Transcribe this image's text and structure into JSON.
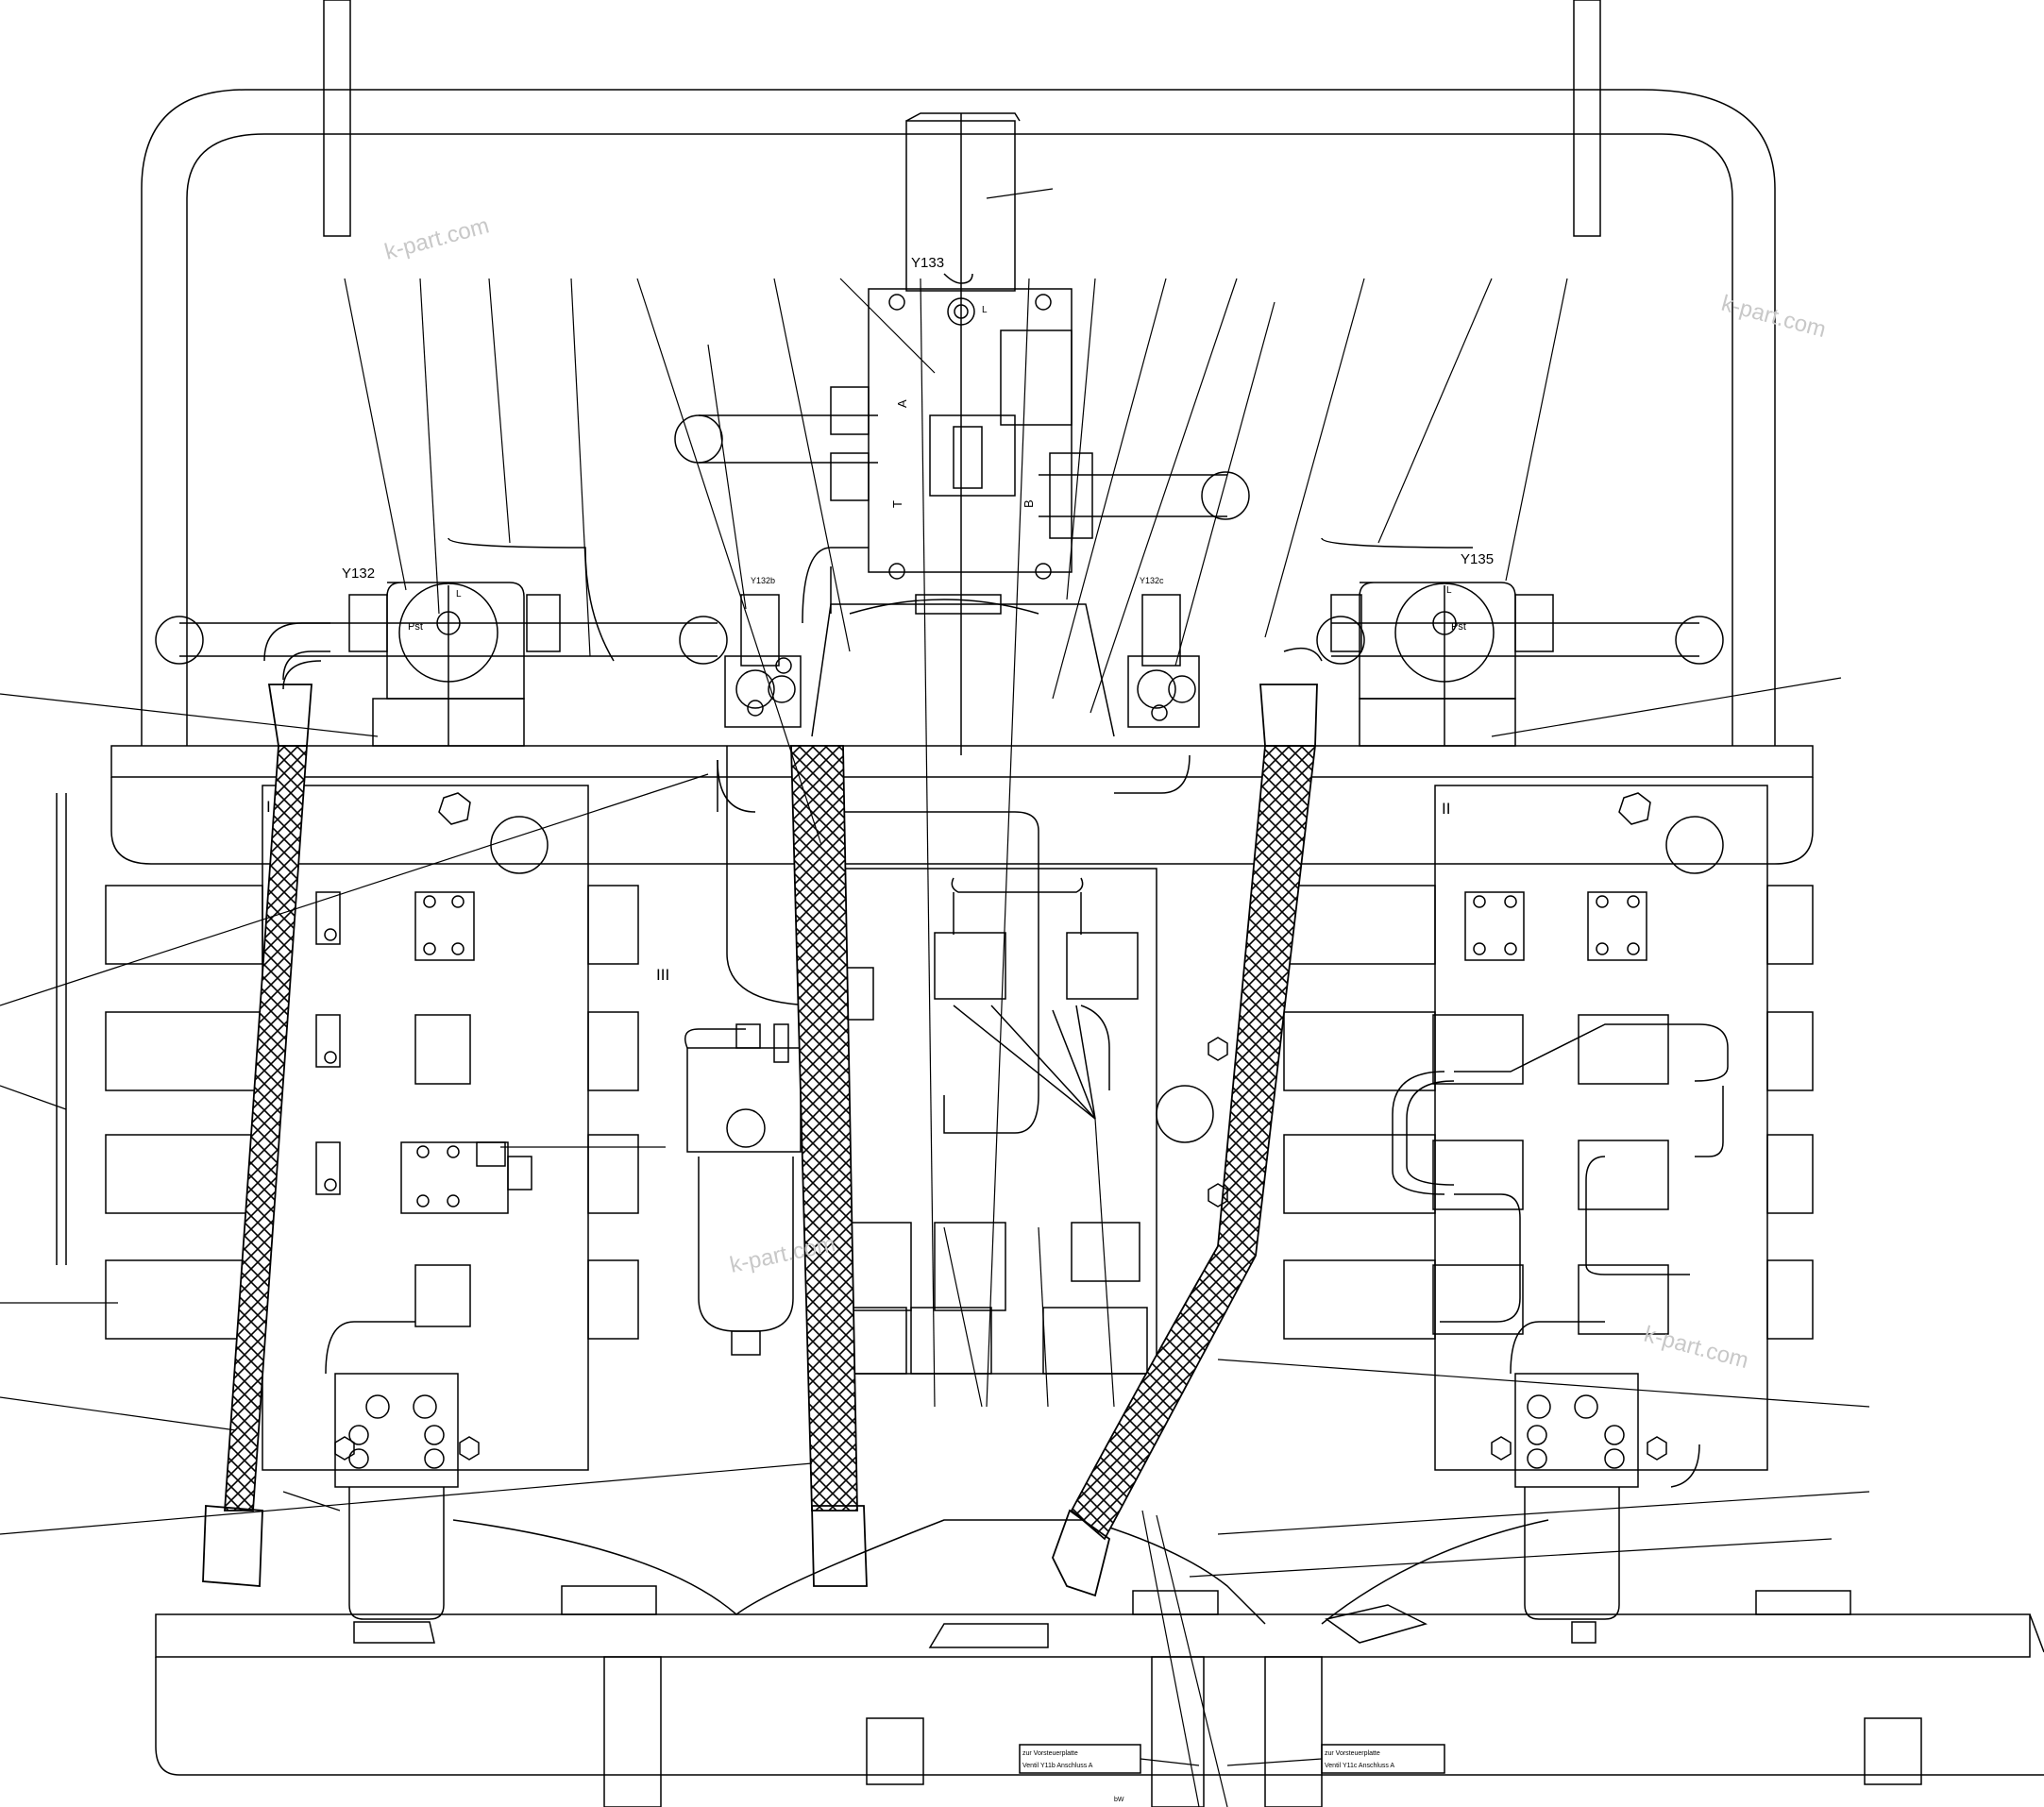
{
  "labels": {
    "y132": "Y132",
    "y133": "Y133",
    "y135": "Y135",
    "y132b": "Y132b",
    "y132c": "Y132c",
    "pst": "Pst",
    "port_l": "L",
    "port_a": "A",
    "port_b": "B",
    "port_t": "T",
    "block_i": "I",
    "block_ii": "II",
    "block_iii": "III",
    "bottom_mark": "bW"
  },
  "watermarks": [
    "k-part.com",
    "k-part.com",
    "k-part.com",
    "k-part.com"
  ],
  "notes": {
    "left_line1": "zur Vorsteuerplatte",
    "left_line2": "Ventil Y11b Anschluss A",
    "right_line1": "zur Vorsteuerplatte",
    "right_line2": "Ventil Y11c Anschluss A"
  },
  "colors": {
    "line": "#000000",
    "watermark": "#c8c8c8",
    "background": "#ffffff"
  }
}
